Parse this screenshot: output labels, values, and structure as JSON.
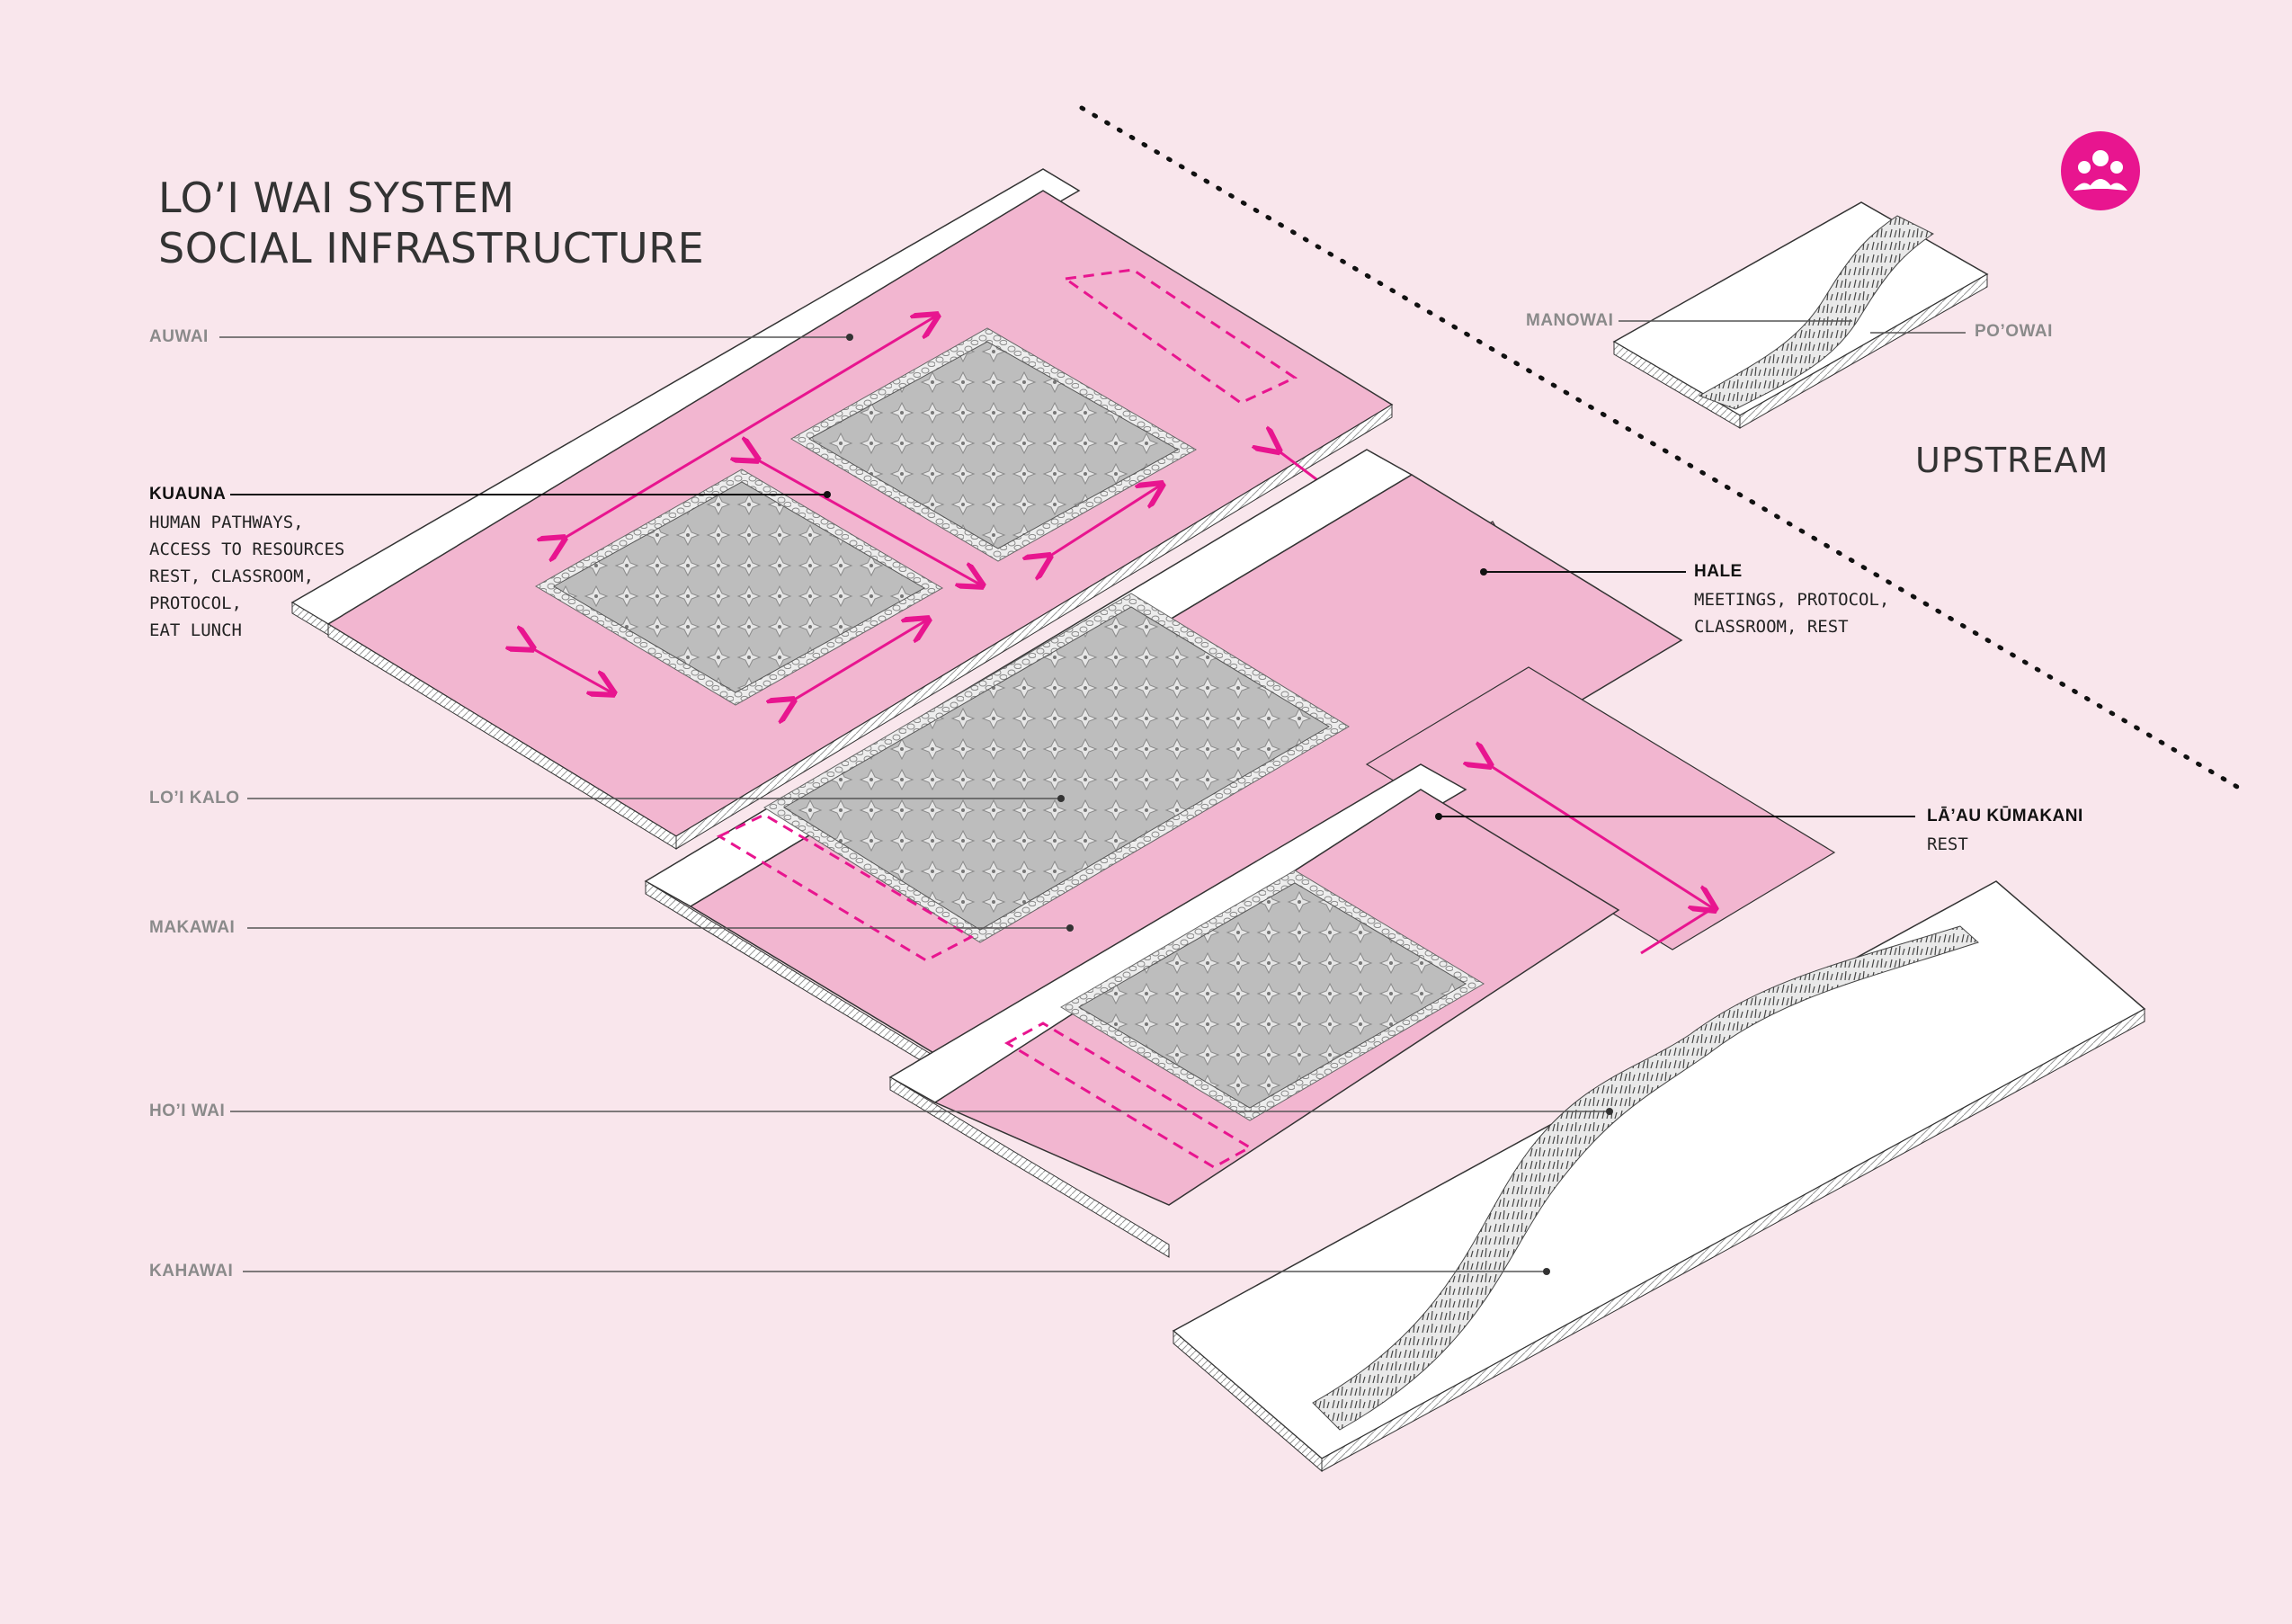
{
  "title": {
    "line1": "LO’I WAI SYSTEM",
    "line2": "SOCIAL INFRASTRUCTURE"
  },
  "labels": {
    "auwai": "AUWAI",
    "kuauna": "KUAUNA",
    "kuauna_lines": [
      "HUMAN PATHWAYS,",
      "ACCESS TO RESOURCES",
      "REST, CLASSROOM,",
      "PROTOCOL,",
      "EAT LUNCH"
    ],
    "loi_kalo": "LO’I KALO",
    "makawai": "MAKAWAI",
    "hoi_wai": "HO’I WAI",
    "kahawai": "KAHAWAI",
    "manowai": "MANOWAI",
    "poowai": "PO’OWAI",
    "upstream": "UPSTREAM",
    "hale": "HALE",
    "hale_lines": [
      "MEETINGS, PROTOCOL,",
      "CLASSROOM, REST"
    ],
    "laau": "LĀ’AU KŪMAKANI",
    "laau_desc": "REST"
  },
  "icons": {
    "badge": "community-people-icon"
  },
  "colors": {
    "background": "#f9e6ec",
    "pink_fill": "#f2b6d0",
    "magenta_accent": "#e8158f",
    "taro_gray": "#b5b5b5",
    "text_dark": "#222222",
    "text_gray": "#8a8a8a"
  }
}
